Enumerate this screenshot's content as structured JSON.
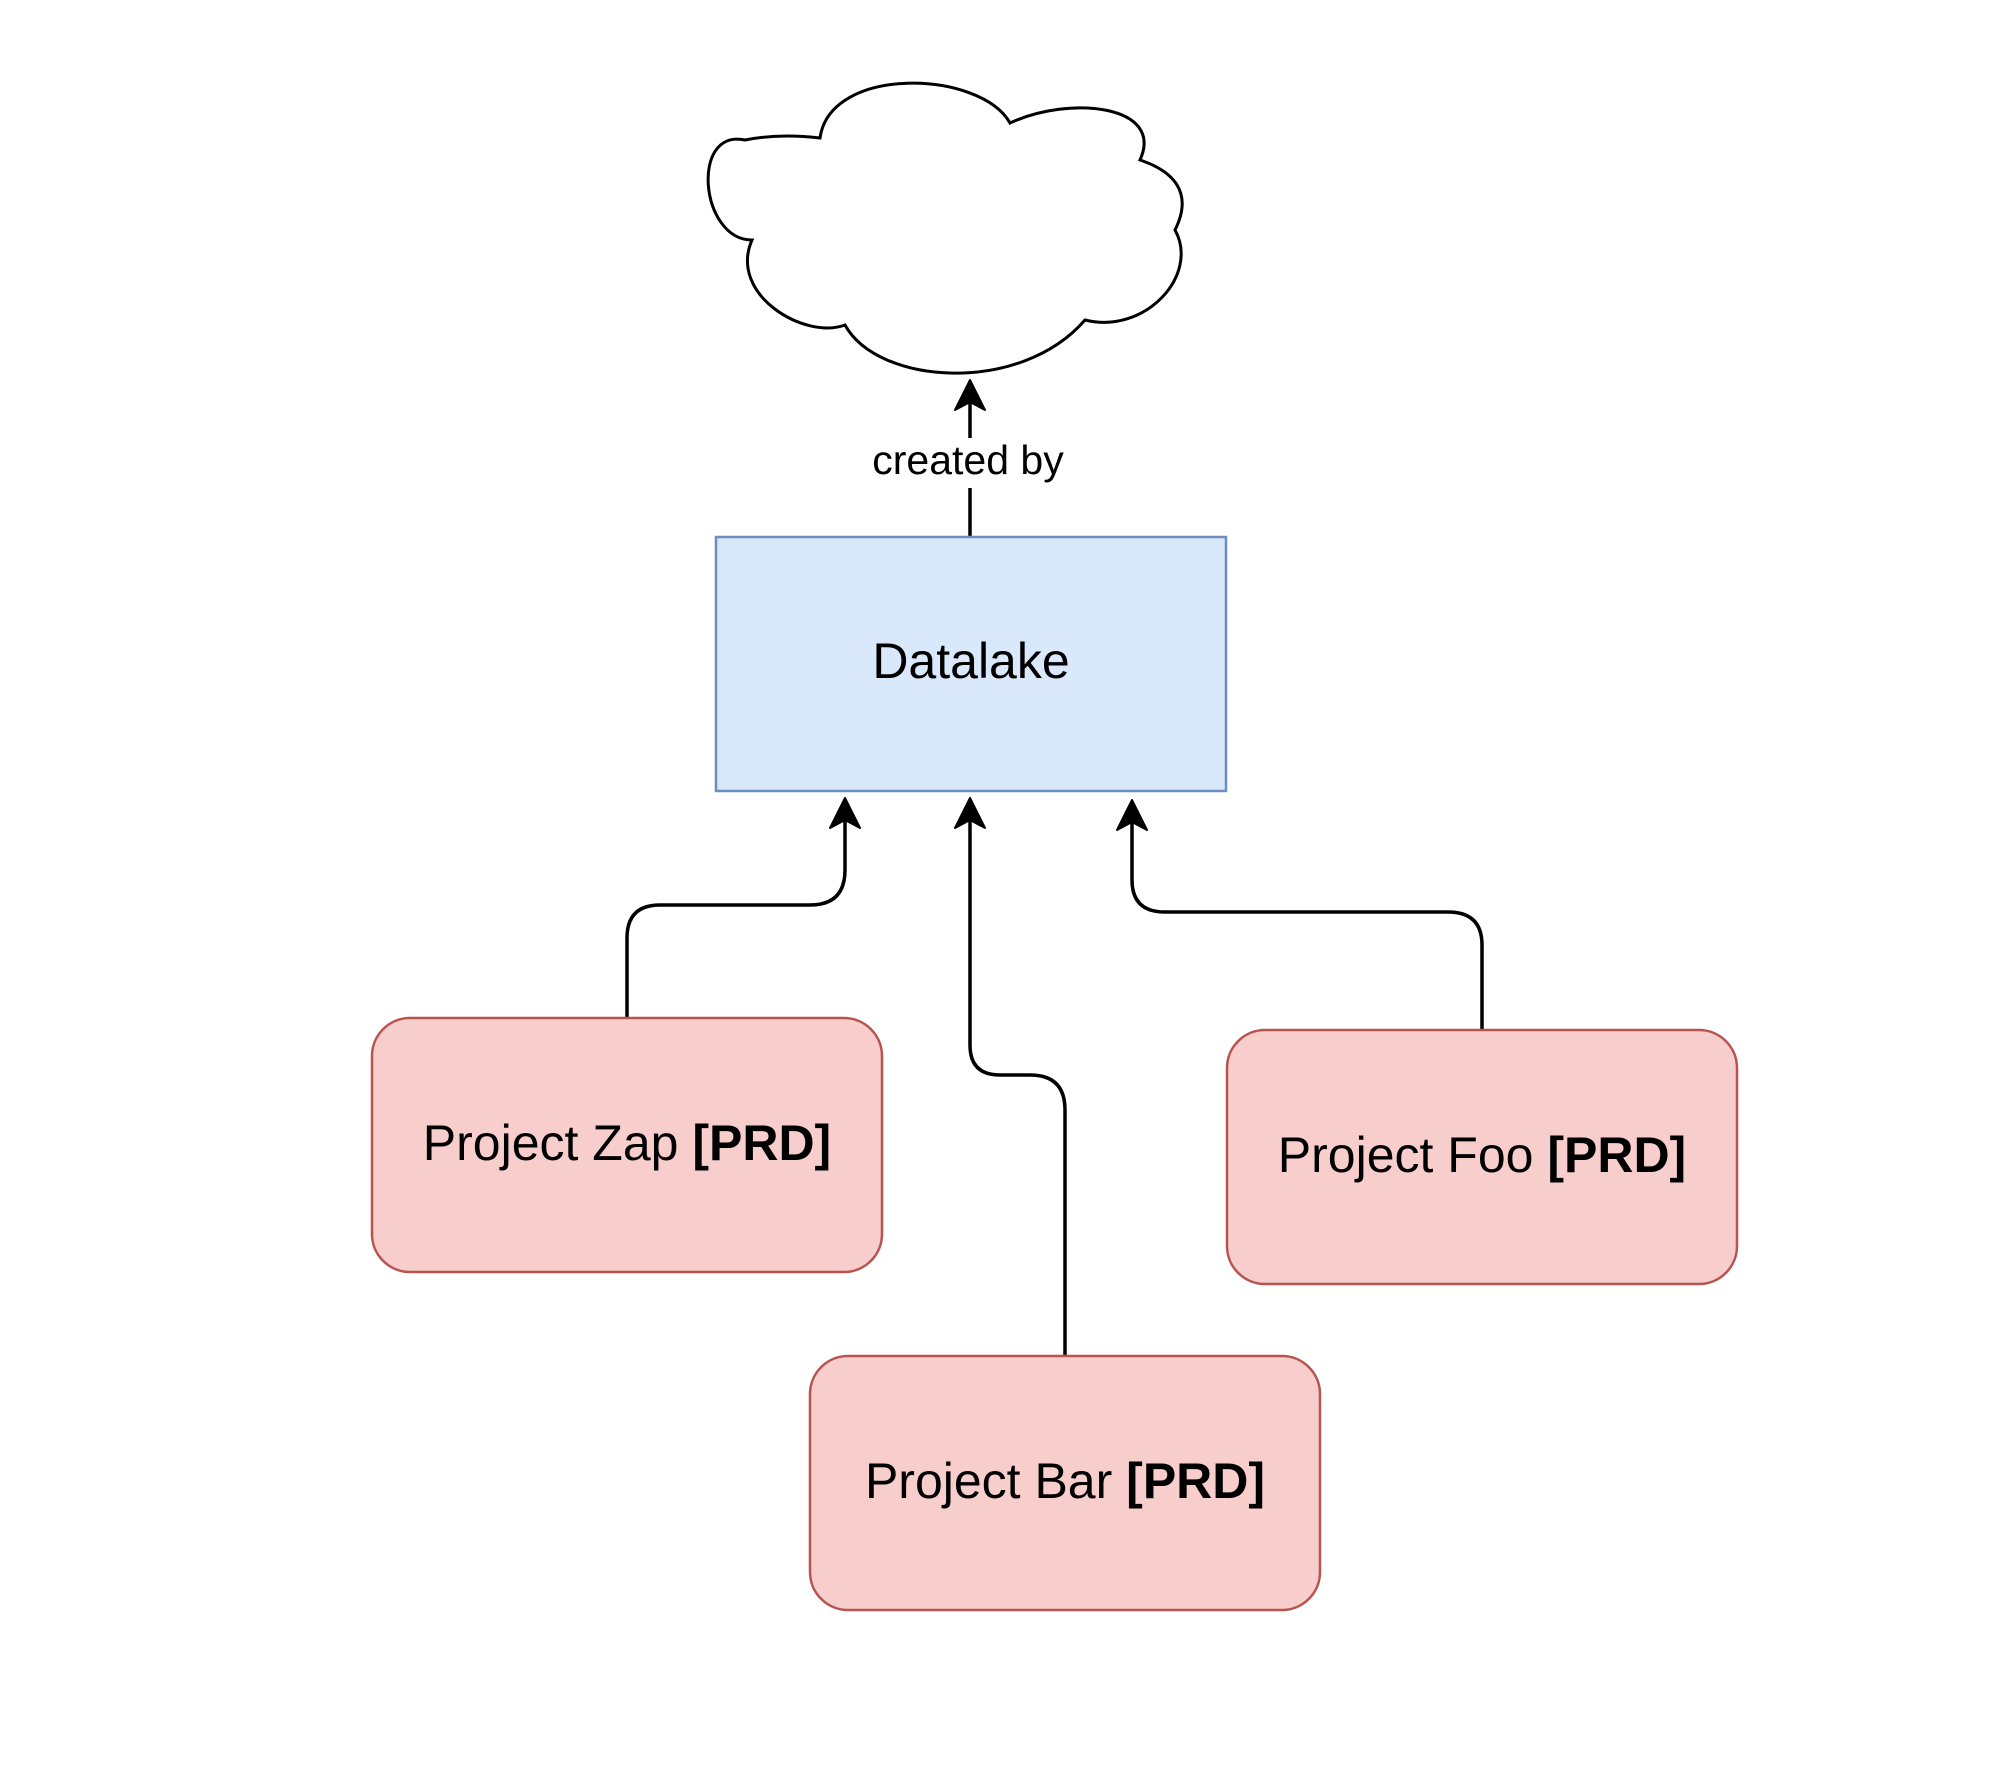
{
  "colors": {
    "project_fill": "#f8cecc",
    "project_stroke": "#b85450",
    "datalake_fill": "#dae8fc",
    "datalake_stroke": "#6c8ebf",
    "cloud_fill": "#ffffff",
    "cloud_stroke": "#000000",
    "edge": "#000000"
  },
  "nodes": {
    "cloud": {
      "shape": "cloud",
      "label": ""
    },
    "datalake": {
      "shape": "rectangle",
      "label": "Datalake"
    },
    "project_zap": {
      "shape": "rounded-rectangle",
      "label": "Project Zap ",
      "tag": "[PRD]"
    },
    "project_bar": {
      "shape": "rounded-rectangle",
      "label": "Project Bar ",
      "tag": "[PRD]"
    },
    "project_foo": {
      "shape": "rounded-rectangle",
      "label": "Project Foo ",
      "tag": "[PRD]"
    }
  },
  "edges": [
    {
      "from": "datalake",
      "to": "cloud",
      "label": "created by"
    },
    {
      "from": "project_zap",
      "to": "datalake",
      "label": ""
    },
    {
      "from": "project_bar",
      "to": "datalake",
      "label": ""
    },
    {
      "from": "project_foo",
      "to": "datalake",
      "label": ""
    }
  ]
}
